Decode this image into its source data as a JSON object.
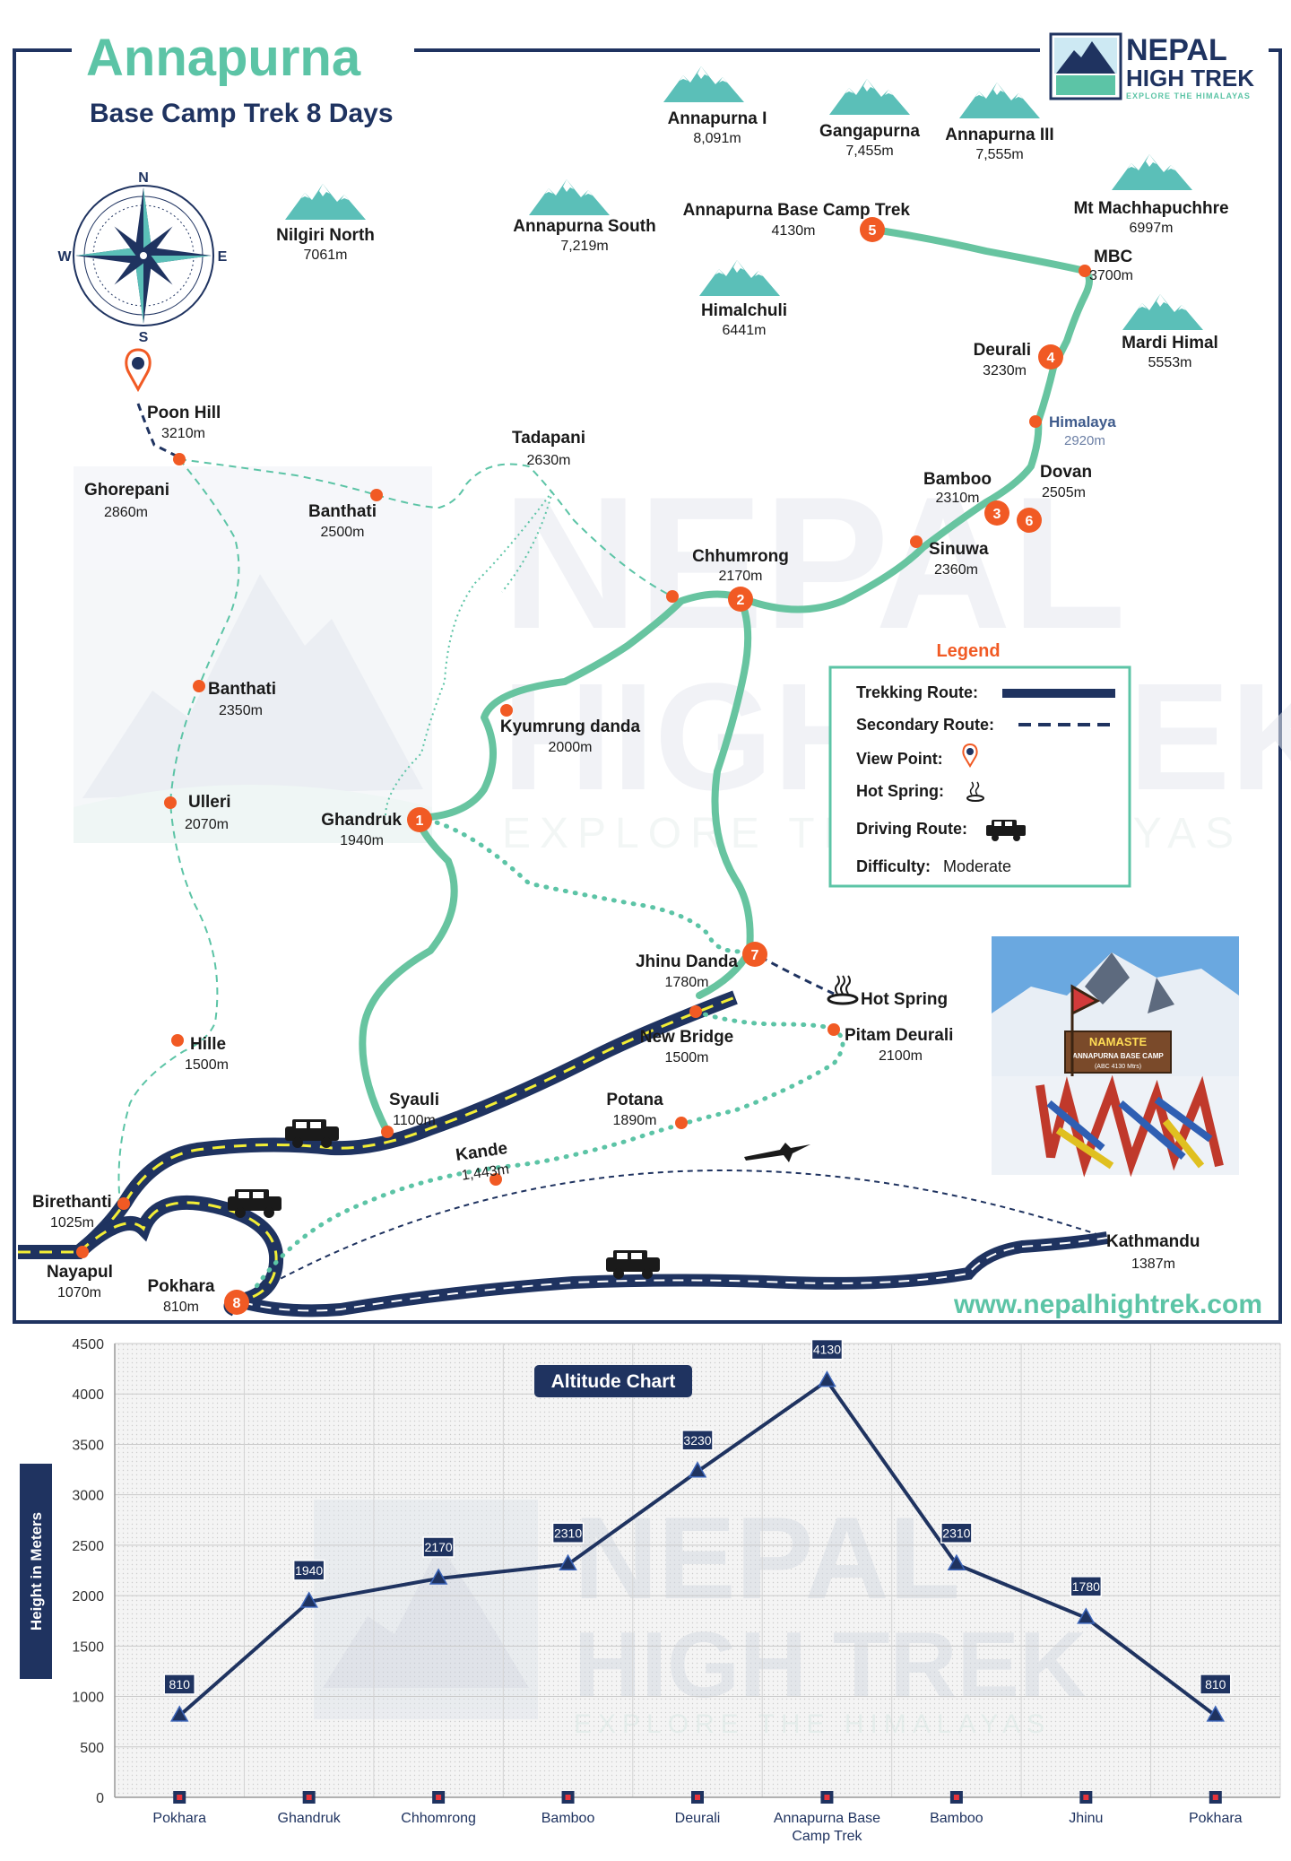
{
  "title": {
    "main": "Annapurna",
    "sub": "Base Camp Trek 8 Days"
  },
  "brand": {
    "line1": "NEPAL",
    "line2": "HIGH TREK",
    "tagline": "EXPLORE THE HIMALAYAS",
    "website": "www.nepalhightrek.com",
    "watermark1": "NEPAL",
    "watermark2": "HIGH TREK",
    "watermark3": "EXPLORE THE HIMALAYAS"
  },
  "compass": {
    "n": "N",
    "s": "S",
    "e": "E",
    "w": "W"
  },
  "colors": {
    "navy": "#1f3360",
    "trek_green": "#67c4a0",
    "marker_orange": "#f15a24",
    "mountain_teal": "#5bbfb8",
    "title_green": "#5cc4a6",
    "legend_title": "#f15a24"
  },
  "peaks": [
    {
      "name": "Annapurna I",
      "alt": "8,091m"
    },
    {
      "name": "Gangapurna",
      "alt": "7,455m"
    },
    {
      "name": "Annapurna III",
      "alt": "7,555m"
    },
    {
      "name": "Nilgiri North",
      "alt": "7061m"
    },
    {
      "name": "Annapurna South",
      "alt": "7,219m"
    },
    {
      "name": "Mt Machhapuchhre",
      "alt": "6997m"
    },
    {
      "name": "Himalchuli",
      "alt": "6441m"
    },
    {
      "name": "Mardi Himal",
      "alt": "5553m"
    }
  ],
  "places": {
    "abc": {
      "name": "Annapurna Base Camp Trek",
      "alt": "4130m"
    },
    "mbc": {
      "name": "MBC",
      "alt": "3700m"
    },
    "deurali": {
      "name": "Deurali",
      "alt": "3230m"
    },
    "himalaya": {
      "name": "Himalaya",
      "alt": "2920m"
    },
    "dovan": {
      "name": "Dovan",
      "alt": "2505m"
    },
    "bamboo": {
      "name": "Bamboo",
      "alt": "2310m"
    },
    "sinuwa": {
      "name": "Sinuwa",
      "alt": "2360m"
    },
    "chhumrong": {
      "name": "Chhumrong",
      "alt": "2170m"
    },
    "tadapani": {
      "name": "Tadapani",
      "alt": "2630m"
    },
    "poonhill": {
      "name": "Poon Hill",
      "alt": "3210m"
    },
    "ghorepani": {
      "name": "Ghorepani",
      "alt": "2860m"
    },
    "banthati1": {
      "name": "Banthati",
      "alt": "2500m"
    },
    "banthati2": {
      "name": "Banthati",
      "alt": "2350m"
    },
    "ulleri": {
      "name": "Ulleri",
      "alt": "2070m"
    },
    "kyumrung": {
      "name": "Kyumrung danda",
      "alt": "2000m"
    },
    "ghandruk": {
      "name": "Ghandruk",
      "alt": "1940m"
    },
    "jhinu": {
      "name": "Jhinu Danda",
      "alt": "1780m"
    },
    "hotspring": {
      "name": "Hot Spring"
    },
    "newbridge": {
      "name": "New Bridge",
      "alt": "1500m"
    },
    "pitam": {
      "name": "Pitam Deurali",
      "alt": "2100m"
    },
    "hille": {
      "name": "Hille",
      "alt": "1500m"
    },
    "syauli": {
      "name": "Syauli",
      "alt": "1100m"
    },
    "potana": {
      "name": "Potana",
      "alt": "1890m"
    },
    "kande": {
      "name": "Kande",
      "alt": "1,443m"
    },
    "birethanti": {
      "name": "Birethanti",
      "alt": "1025m"
    },
    "nayapul": {
      "name": "Nayapul",
      "alt": "1070m"
    },
    "pokhara": {
      "name": "Pokhara",
      "alt": "810m"
    },
    "kathmandu": {
      "name": "Kathmandu",
      "alt": "1387m"
    }
  },
  "stops": [
    "1",
    "2",
    "3",
    "4",
    "5",
    "6",
    "7",
    "8"
  ],
  "legend": {
    "title": "Legend",
    "trekking": "Trekking Route:",
    "secondary": "Secondary Route:",
    "viewpoint": "View Point:",
    "hotspring": "Hot Spring:",
    "driving": "Driving Route:",
    "difficulty_label": "Difficulty:",
    "difficulty_value": "Moderate"
  },
  "photo": {
    "sign_line1": "NAMASTE",
    "sign_line2": "ANNAPURNA BASE CAMP",
    "sign_line3": "(ABC 4130 Mtrs)"
  },
  "chart_data": {
    "type": "line",
    "title": "Altitude Chart",
    "ylabel": "Height in Meters",
    "xlabel": "",
    "ylim": [
      0,
      4500
    ],
    "yticks": [
      0,
      500,
      1000,
      1500,
      2000,
      2500,
      3000,
      3500,
      4000,
      4500
    ],
    "categories": [
      "Pokhara",
      "Ghandruk",
      "Chhomrong",
      "Bamboo",
      "Deurali",
      "Annapurna Base Camp Trek",
      "Bamboo",
      "Jhinu",
      "Pokhara"
    ],
    "values": [
      810,
      1940,
      2170,
      2310,
      3230,
      4130,
      2310,
      1780,
      810
    ],
    "grid": true,
    "legend": "none"
  }
}
